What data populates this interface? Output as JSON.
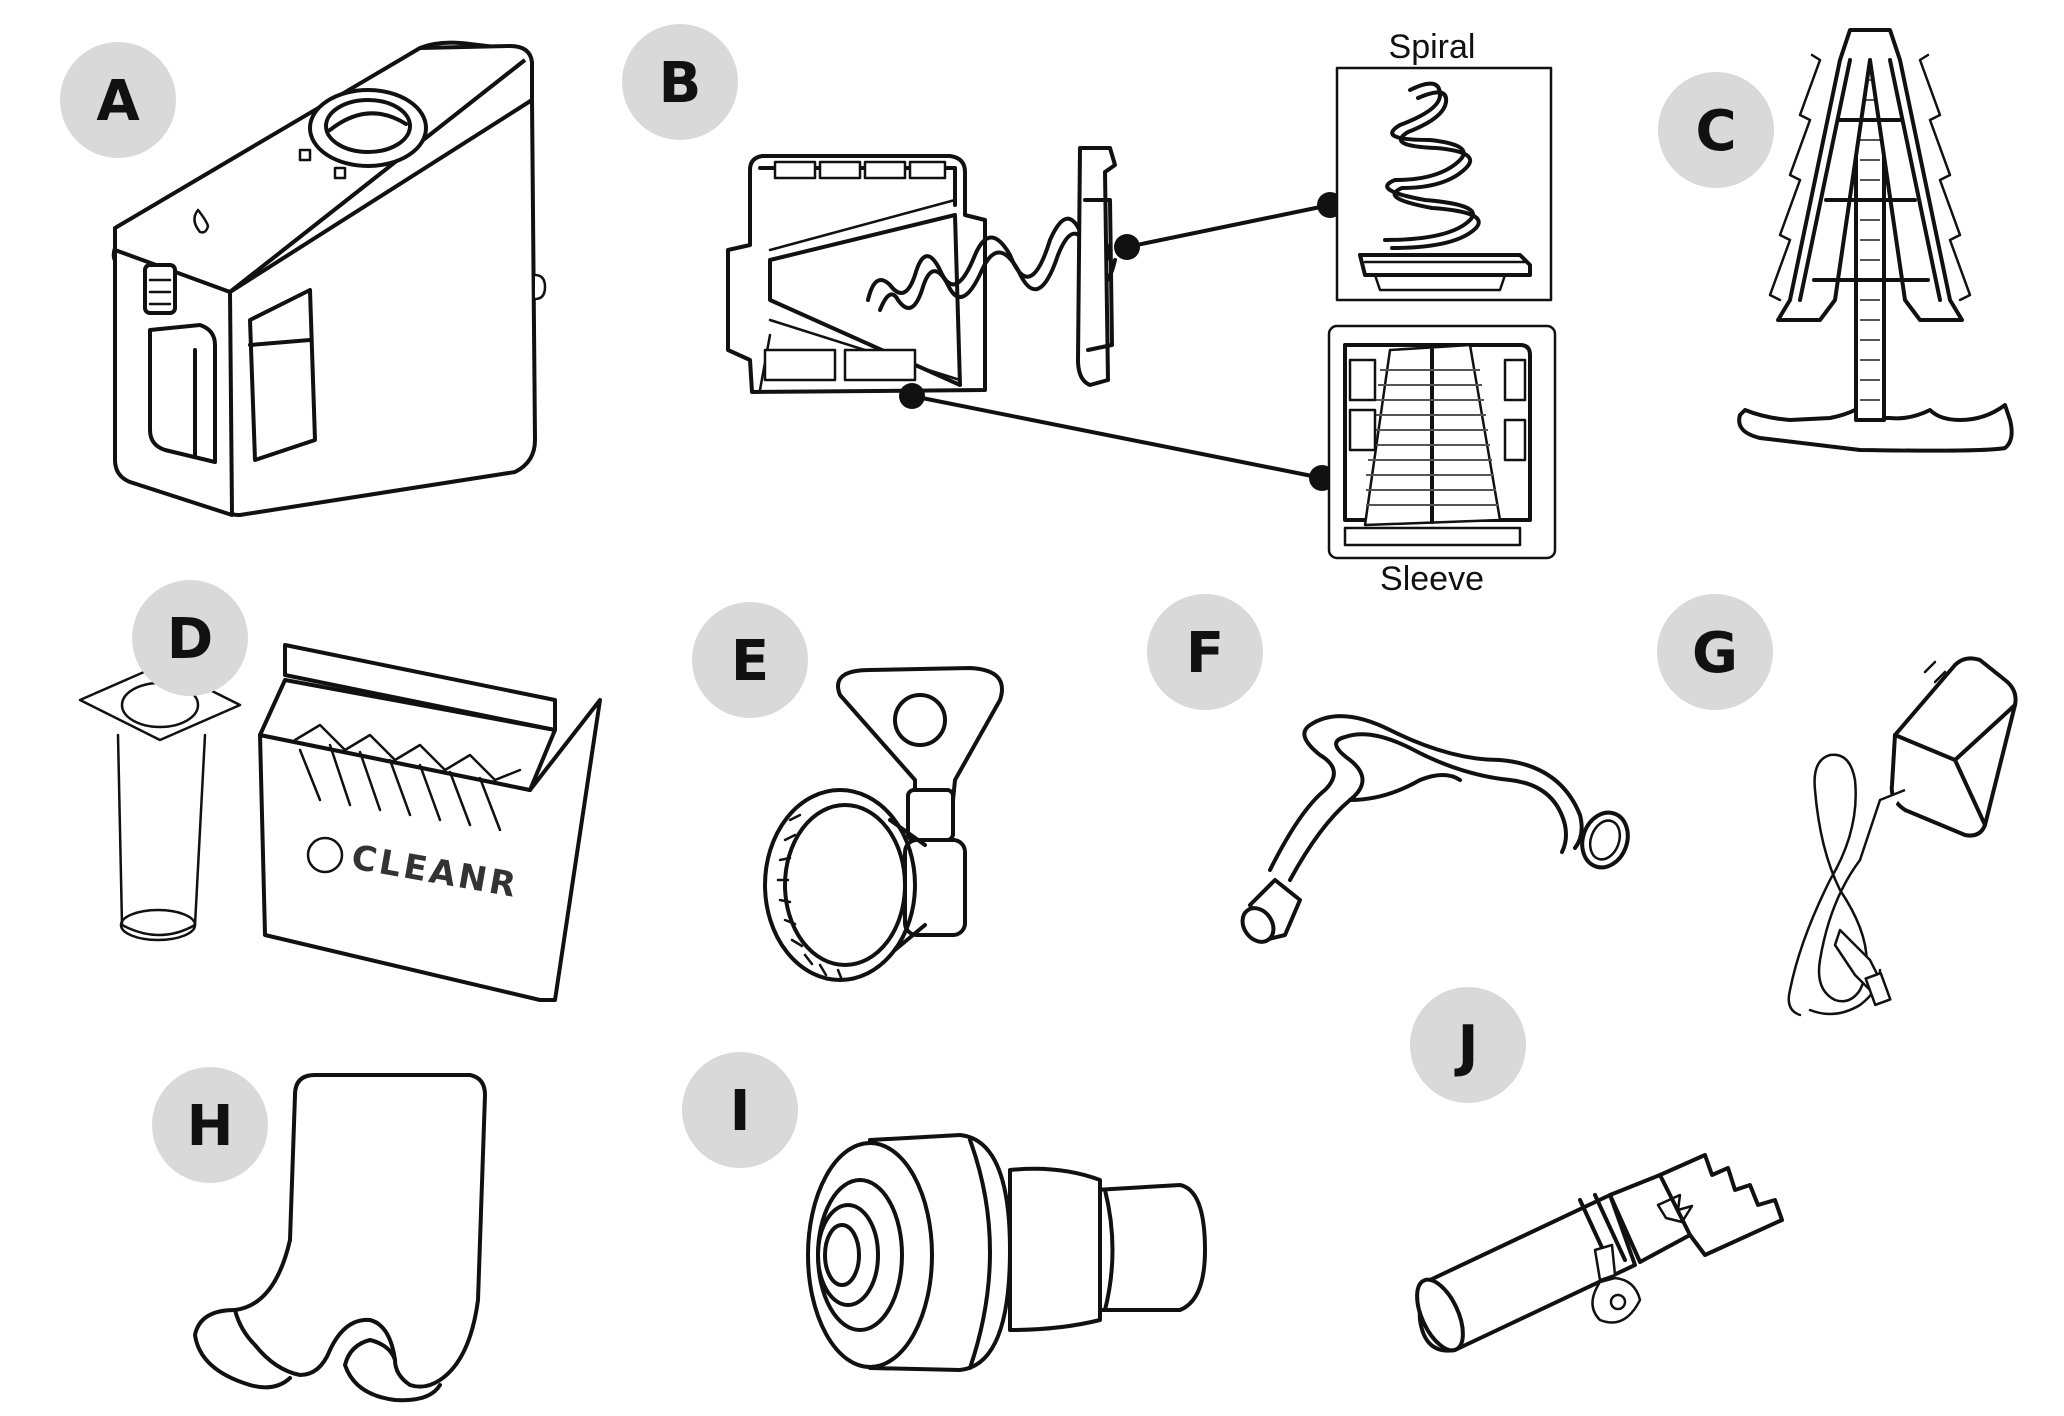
{
  "parts": [
    {
      "id": "part-a",
      "badge": "A"
    },
    {
      "id": "part-b",
      "badge": "B"
    },
    {
      "id": "part-c",
      "badge": "C"
    },
    {
      "id": "part-d",
      "badge": "D"
    },
    {
      "id": "part-e",
      "badge": "E"
    },
    {
      "id": "part-f",
      "badge": "F"
    },
    {
      "id": "part-g",
      "badge": "G"
    },
    {
      "id": "part-h",
      "badge": "H"
    },
    {
      "id": "part-i",
      "badge": "I"
    },
    {
      "id": "part-j",
      "badge": "J"
    }
  ],
  "insets": {
    "spiral_label": "Spiral",
    "sleeve_label": "Sleeve"
  },
  "packaging": {
    "brand_text": "CLEANR"
  },
  "colors": {
    "badge_fill": "#d9d9d9",
    "line": "#111111",
    "background": "#ffffff"
  }
}
